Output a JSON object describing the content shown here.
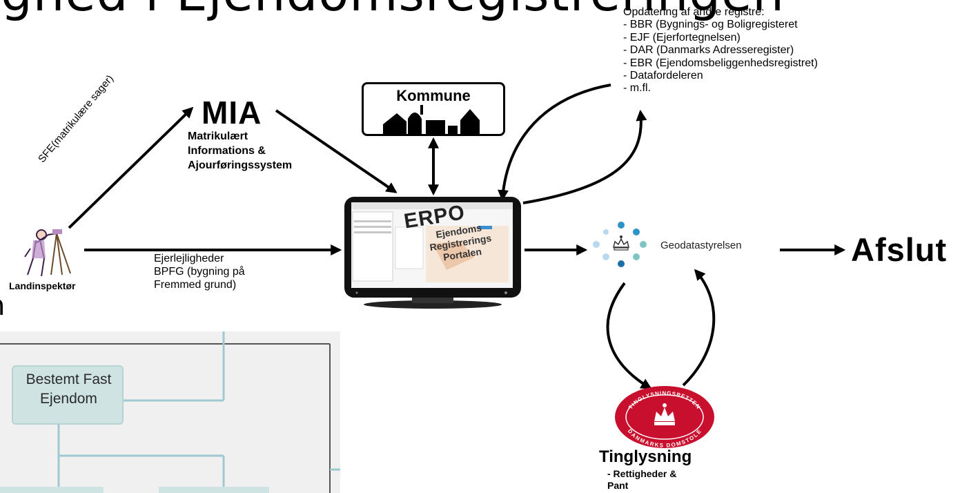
{
  "slide": {
    "title": "ighed i Ejendomsregistreringen",
    "leftover_text": "n"
  },
  "nodes": {
    "registers": {
      "heading": "Opdatering af andre registre:",
      "items": [
        "- BBR (Bygnings- og Boligregisteret",
        "- EJF (Ejerfortegnelsen)",
        "- DAR (Danmarks Adresseregister)",
        "- EBR (Ejendomsbeliggenhedsregistret)",
        "- Datafordeleren",
        "- m.fl."
      ]
    },
    "mia": {
      "title": "MIA",
      "description": [
        "Matrikulært",
        "Informations &",
        "Ajourføringssystem"
      ]
    },
    "kommune": {
      "label": "Kommune"
    },
    "erpo": {
      "title": "ERPO",
      "subtitle": [
        "Ejendoms",
        "Registrerings",
        "Portalen"
      ]
    },
    "landinspektor": {
      "label": "Landinspektør"
    },
    "geodatastyrelsen": {
      "label": "Geodatastyrelsen"
    },
    "afslut": {
      "label": "Afslut"
    },
    "tinglysning": {
      "label": "Tinglysning",
      "description": [
        "- Rettigheder &",
        "Pant"
      ],
      "seal_top_text": "TINGLYSNINGSRETTEN",
      "seal_bottom_text": "DANMARKS DOMSTOLE"
    }
  },
  "edges": {
    "sfe": {
      "label": "SFE(matrikulære sager)"
    },
    "ejerlejligheder": {
      "label": [
        "Ejerlejligheder",
        "BPFG (bygning på",
        "Fremmed grund)"
      ]
    }
  },
  "org_chart": {
    "box_label": [
      "Bestemt Fast",
      "Ejendom"
    ]
  },
  "colors": {
    "seal_red": "#c8102e",
    "org_box_fill": "#cfe3e3",
    "org_line": "#9ec9d0",
    "geo_dots": [
      "#2b93c8",
      "#7fc3c3",
      "#b8d8ee",
      "#1e6fa8"
    ]
  }
}
